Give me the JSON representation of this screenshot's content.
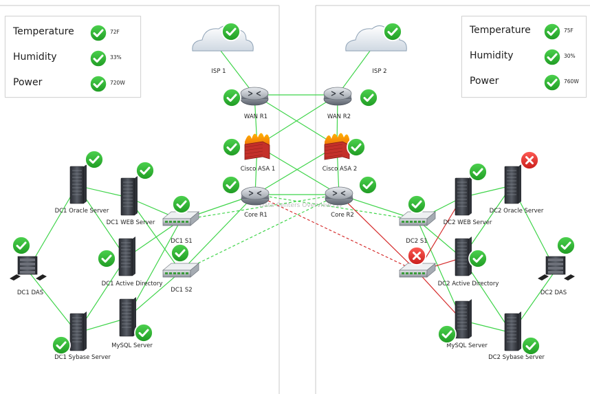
{
  "panels": {
    "left_env": [
      {
        "name": "Temperature",
        "value": "72F",
        "status": "ok"
      },
      {
        "name": "Humidity",
        "value": "33%",
        "status": "ok"
      },
      {
        "name": "Power",
        "value": "720W",
        "status": "ok"
      }
    ],
    "right_env": [
      {
        "name": "Temperature",
        "value": "75F",
        "status": "ok"
      },
      {
        "name": "Humidity",
        "value": "30%",
        "status": "ok"
      },
      {
        "name": "Power",
        "value": "760W",
        "status": "ok"
      }
    ]
  },
  "overlay_text": "Data Centers Overview (1)",
  "colors": {
    "link_ok": "#3fd44a",
    "link_down": "#d52b2b",
    "status_ok": "#2bb32f",
    "status_fail": "#e0302c",
    "divider": "#c8c8c8"
  },
  "nodes": [
    {
      "id": "isp1",
      "label": "ISP 1",
      "type": "cloud",
      "status": "ok"
    },
    {
      "id": "isp2",
      "label": "ISP 2",
      "type": "cloud",
      "status": "ok"
    },
    {
      "id": "wanr1",
      "label": "WAN R1",
      "type": "router",
      "status": "ok"
    },
    {
      "id": "wanr2",
      "label": "WAN R2",
      "type": "router",
      "status": "ok"
    },
    {
      "id": "asa1",
      "label": "Cisco ASA 1",
      "type": "firewall",
      "status": "ok"
    },
    {
      "id": "asa2",
      "label": "Cisco ASA 2",
      "type": "firewall",
      "status": "ok"
    },
    {
      "id": "corer1",
      "label": "Core R1",
      "type": "router",
      "status": "ok"
    },
    {
      "id": "corer2",
      "label": "Core R2",
      "type": "router",
      "status": "ok"
    },
    {
      "id": "dc1s1",
      "label": "DC1 S1",
      "type": "switch",
      "status": "ok"
    },
    {
      "id": "dc1s2",
      "label": "DC1 S2",
      "type": "switch",
      "status": "ok"
    },
    {
      "id": "dc2s1",
      "label": "DC2 S1",
      "type": "switch",
      "status": "ok"
    },
    {
      "id": "dc2s2",
      "label": "",
      "type": "switch",
      "status": "fail"
    },
    {
      "id": "dc1oracle",
      "label": "DC1 Oracle Server",
      "type": "server",
      "status": "ok"
    },
    {
      "id": "dc1web",
      "label": "DC1 WEB Server",
      "type": "server",
      "status": "ok"
    },
    {
      "id": "dc1ad",
      "label": "DC1 Active Directory",
      "type": "server",
      "status": "ok"
    },
    {
      "id": "dc1das",
      "label": "DC1 DAS",
      "type": "das",
      "status": "ok"
    },
    {
      "id": "dc1sybase",
      "label": "DC1 Sybase Server",
      "type": "server",
      "status": "ok"
    },
    {
      "id": "dc1mysql",
      "label": "MySQL Server",
      "type": "server",
      "status": "ok"
    },
    {
      "id": "dc2web",
      "label": "DC2 WEB Server",
      "type": "server",
      "status": "ok"
    },
    {
      "id": "dc2oracle",
      "label": "DC2 Oracle Server",
      "type": "server",
      "status": "fail"
    },
    {
      "id": "dc2ad",
      "label": "DC2 Active Directory",
      "type": "server",
      "status": "ok"
    },
    {
      "id": "dc2das",
      "label": "DC2 DAS",
      "type": "das",
      "status": "ok"
    },
    {
      "id": "dc2mysql",
      "label": "MySQL Server",
      "type": "server",
      "status": "ok"
    },
    {
      "id": "dc2sybase",
      "label": "DC2 Sybase Server",
      "type": "server",
      "status": "ok"
    }
  ],
  "links": [
    {
      "from": "isp1",
      "to": "wanr1",
      "state": "ok"
    },
    {
      "from": "isp2",
      "to": "wanr2",
      "state": "ok"
    },
    {
      "from": "wanr1",
      "to": "wanr2",
      "state": "ok"
    },
    {
      "from": "wanr1",
      "to": "asa1",
      "state": "ok"
    },
    {
      "from": "wanr1",
      "to": "asa2",
      "state": "ok"
    },
    {
      "from": "wanr2",
      "to": "asa1",
      "state": "ok"
    },
    {
      "from": "wanr2",
      "to": "asa2",
      "state": "ok"
    },
    {
      "from": "asa1",
      "to": "corer1",
      "state": "ok"
    },
    {
      "from": "asa1",
      "to": "corer2",
      "state": "ok"
    },
    {
      "from": "asa2",
      "to": "corer1",
      "state": "ok"
    },
    {
      "from": "asa2",
      "to": "corer2",
      "state": "ok"
    },
    {
      "from": "corer1",
      "to": "corer2",
      "state": "ok"
    },
    {
      "from": "corer1",
      "to": "dc1s1",
      "state": "ok"
    },
    {
      "from": "corer1",
      "to": "dc1s2",
      "state": "ok"
    },
    {
      "from": "corer1",
      "to": "dc2s1",
      "state": "ok-dashed"
    },
    {
      "from": "corer2",
      "to": "dc1s1",
      "state": "ok-dashed"
    },
    {
      "from": "corer2",
      "to": "dc1s2",
      "state": "ok-dashed"
    },
    {
      "from": "corer2",
      "to": "dc2s1",
      "state": "ok"
    },
    {
      "from": "corer2",
      "to": "dc2s2",
      "state": "down"
    },
    {
      "from": "corer1",
      "to": "dc2s2",
      "state": "down-dashed"
    },
    {
      "from": "dc1oracle",
      "to": "dc1web",
      "state": "ok"
    },
    {
      "from": "dc1oracle",
      "to": "dc1das",
      "state": "ok"
    },
    {
      "from": "dc1oracle",
      "to": "dc1ad",
      "state": "ok"
    },
    {
      "from": "dc1web",
      "to": "dc1s1",
      "state": "ok"
    },
    {
      "from": "dc1web",
      "to": "dc1s2",
      "state": "ok"
    },
    {
      "from": "dc1ad",
      "to": "dc1s1",
      "state": "ok"
    },
    {
      "from": "dc1ad",
      "to": "dc1sybase",
      "state": "ok"
    },
    {
      "from": "dc1das",
      "to": "dc1sybase",
      "state": "ok"
    },
    {
      "from": "dc1sybase",
      "to": "dc1mysql",
      "state": "ok"
    },
    {
      "from": "dc1mysql",
      "to": "dc1s2",
      "state": "ok"
    },
    {
      "from": "dc1mysql",
      "to": "dc1s1",
      "state": "ok"
    },
    {
      "from": "dc2s1",
      "to": "dc2web",
      "state": "ok"
    },
    {
      "from": "dc2s1",
      "to": "dc2ad",
      "state": "ok"
    },
    {
      "from": "dc2s1",
      "to": "dc2mysql",
      "state": "ok"
    },
    {
      "from": "dc2s2",
      "to": "dc2web",
      "state": "down"
    },
    {
      "from": "dc2s2",
      "to": "dc2ad",
      "state": "down"
    },
    {
      "from": "dc2s2",
      "to": "dc2mysql",
      "state": "down"
    },
    {
      "from": "dc2web",
      "to": "dc2oracle",
      "state": "ok"
    },
    {
      "from": "dc2oracle",
      "to": "dc2das",
      "state": "ok"
    },
    {
      "from": "dc2oracle",
      "to": "dc2ad",
      "state": "ok"
    },
    {
      "from": "dc2ad",
      "to": "dc2sybase",
      "state": "ok"
    },
    {
      "from": "dc2das",
      "to": "dc2sybase",
      "state": "ok"
    },
    {
      "from": "dc2mysql",
      "to": "dc2sybase",
      "state": "ok"
    }
  ]
}
